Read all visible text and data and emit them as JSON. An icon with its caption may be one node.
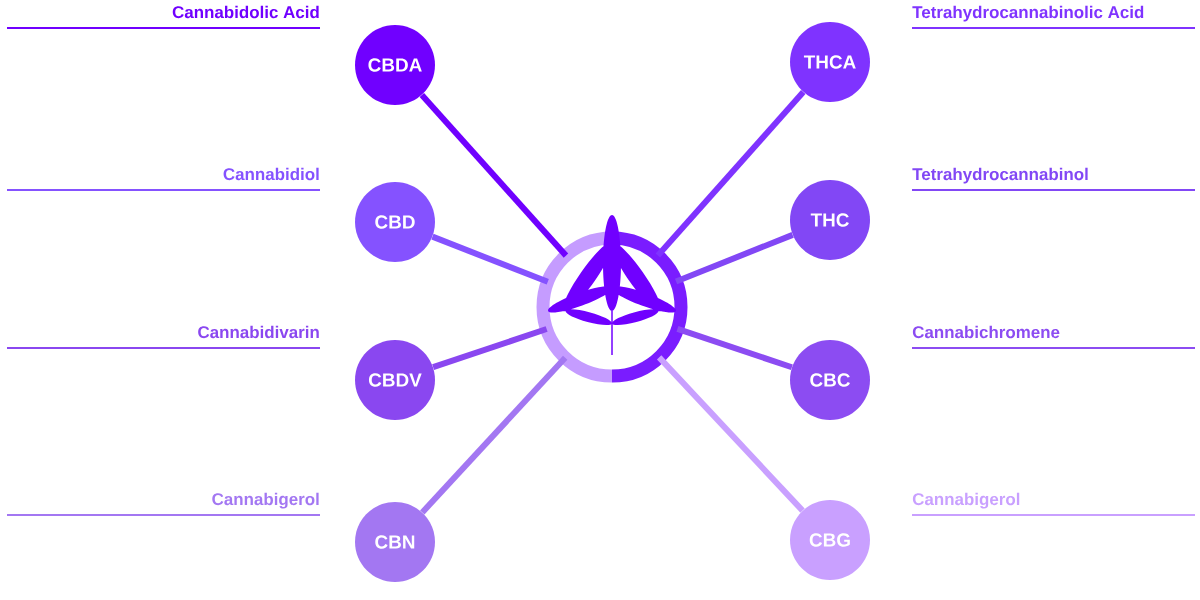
{
  "diagram": {
    "nodes": [
      {
        "text": [],
        "shape": "circle"
      },
      {
        "text": [
          "CBDA"
        ],
        "beside": [
          "Cannabidolic Acid"
        ]
      },
      {
        "text": [
          "THCA"
        ],
        "beside": [
          "Tetrahydrocannabinolic Acid"
        ]
      },
      {
        "text": [
          "CBD"
        ],
        "beside": [
          "Cannabidiol"
        ]
      },
      {
        "text": [
          "THC"
        ],
        "beside": [
          "Tetrahydrocannabinol"
        ]
      },
      {
        "text": [
          "CBDV"
        ],
        "beside": [
          "Cannabidivarin"
        ]
      },
      {
        "text": [
          "CBC"
        ],
        "beside": [
          "Cannabichromene"
        ]
      },
      {
        "text": [
          "CBN"
        ],
        "beside": [
          "Cannabigerol"
        ]
      },
      {
        "text": [
          "CBG"
        ],
        "beside": [
          "Cannabigerol"
        ]
      }
    ],
    "edges": [
      {
        "from": 0,
        "to": 1,
        "arrow": "none",
        "color": "#7000ff"
      },
      {
        "from": 0,
        "to": 2,
        "arrow": "none",
        "color": "#7f33ff"
      },
      {
        "from": 0,
        "to": 3,
        "arrow": "none",
        "color": "#8552ff"
      },
      {
        "from": 0,
        "to": 4,
        "arrow": "none",
        "color": "#8247f5"
      },
      {
        "from": 0,
        "to": 5,
        "arrow": "none",
        "color": "#8a47f0"
      },
      {
        "from": 0,
        "to": 6,
        "arrow": "none",
        "color": "#8c4cf2"
      },
      {
        "from": 0,
        "to": 7,
        "arrow": "none",
        "color": "#a377f2"
      },
      {
        "from": 0,
        "to": 8,
        "arrow": "none",
        "color": "#c9a0ff"
      }
    ]
  }
}
